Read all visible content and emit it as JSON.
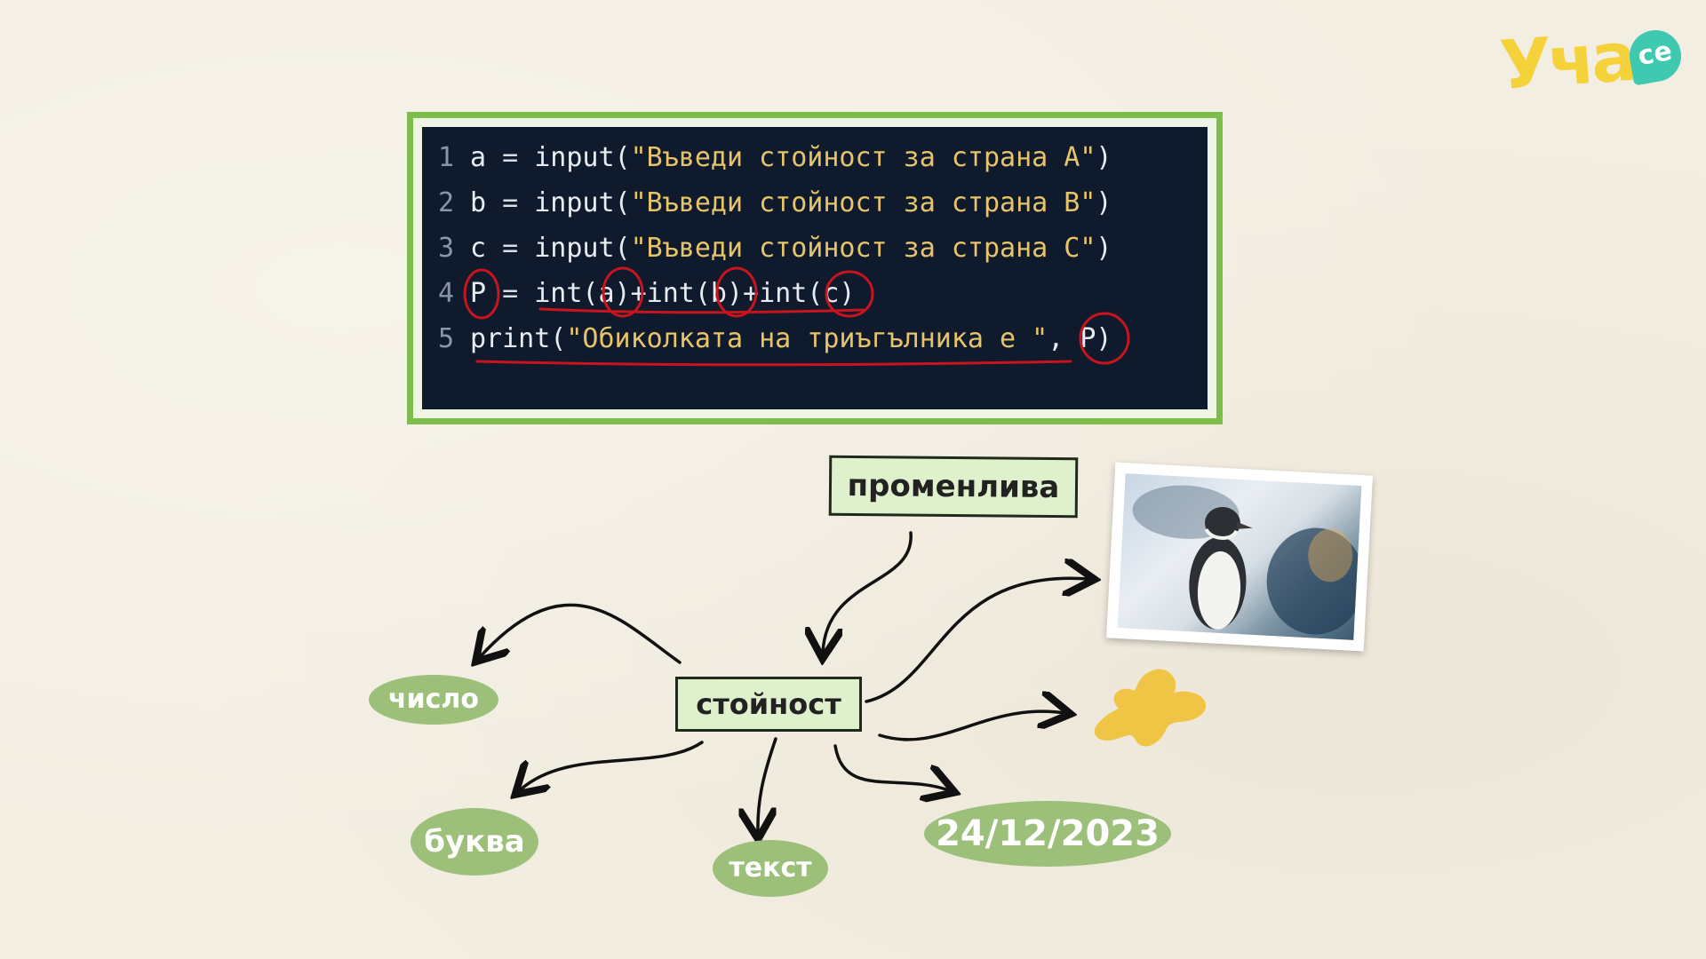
{
  "logo": {
    "text": "Уча",
    "badge": "се"
  },
  "code": {
    "lines": [
      {
        "n": "1",
        "var": "a",
        "op": " = ",
        "fn": "input(",
        "str": "\"Въведи стойност за страна A\"",
        "end": ")"
      },
      {
        "n": "2",
        "var": "b",
        "op": " = ",
        "fn": "input(",
        "str": "\"Въведи стойност за страна B\"",
        "end": ")"
      },
      {
        "n": "3",
        "var": "c",
        "op": " = ",
        "fn": "input(",
        "str": "\"Въведи стойност за страна C\"",
        "end": ")"
      },
      {
        "n": "4",
        "var": "P",
        "op": " = ",
        "fn": "int(a)+int(b)+int(c)",
        "str": "",
        "end": ""
      },
      {
        "n": "5",
        "var": "",
        "op": "",
        "fn": "print(",
        "str": "\"Обиколката на триъгълника е \"",
        "end": ", P)"
      }
    ]
  },
  "diagram": {
    "variable_label": "променлива",
    "value_label": "стойност",
    "number_label": "число",
    "letter_label": "буква",
    "text_label": "текст",
    "date_label": "24/12/2023"
  },
  "colors": {
    "frame": "#7dbe4a",
    "code_bg": "#0f1a2c",
    "string": "#e7c46a",
    "annotation_red": "#c8141c",
    "pill": "#9cc07a",
    "note": "#dff0cc",
    "blob": "#f0c445",
    "logo_yellow": "#f5d13a",
    "logo_teal": "#3ec9b0"
  },
  "icons": [
    "penguin-photo",
    "yellow-blob-shape",
    "curved-arrow-icon"
  ]
}
